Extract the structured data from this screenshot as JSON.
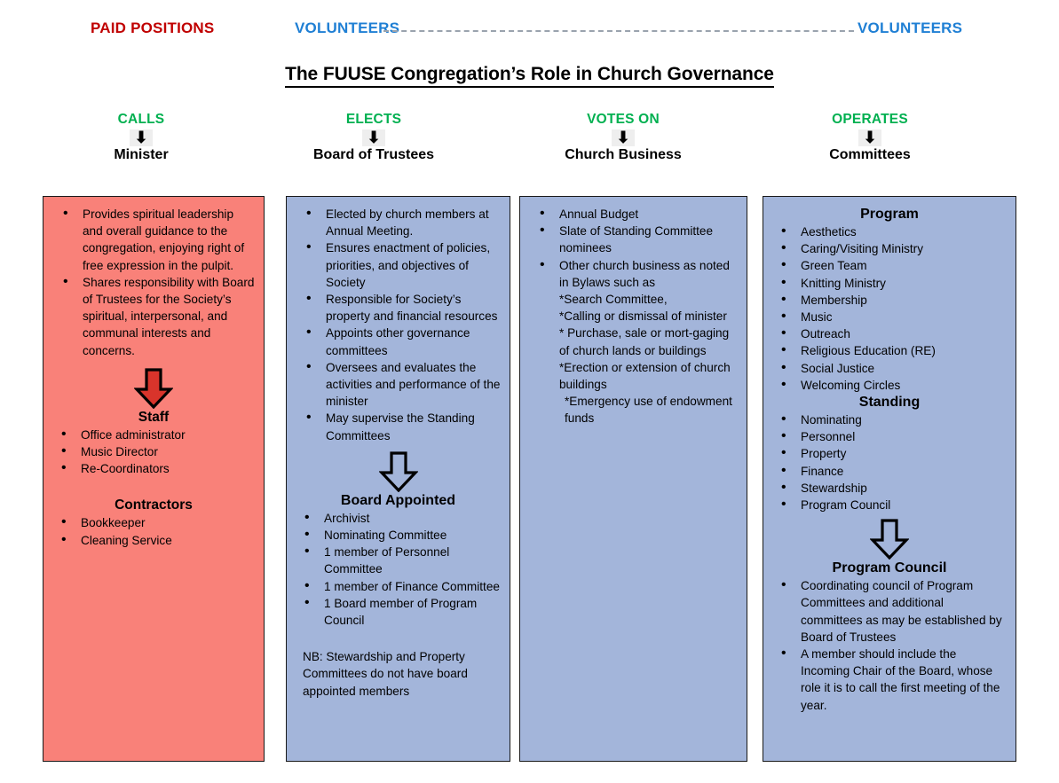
{
  "banner": {
    "paid_label": "PAID POSITIONS",
    "volunteers_left": "VOLUNTEERS",
    "volunteers_right": "VOLUNTEERS",
    "paid_color": "#C00000",
    "volunteers_color": "#1F7FD4",
    "dash_color": "#9AA3AE"
  },
  "title": "The FUUSE Congregation’s Role in Church Governance",
  "verb_color": "#00B050",
  "columns": [
    {
      "verb": "CALLS",
      "arrow_icon": "down-arrow-icon",
      "noun": "Minister",
      "box_color": "#F98179",
      "arrow_fill": "#D9342B",
      "bullets": [
        "Provides spiritual leadership and overall guidance to the congregation, enjoying right of free expression in the pulpit.",
        "Shares responsibility with Board of Trustees for the Society’s spiritual, interpersonal, and communal interests and concerns."
      ],
      "sub_heading_1": "Staff",
      "staff": [
        "Office administrator",
        "Music Director",
        "Re-Coordinators"
      ],
      "sub_heading_2": "Contractors",
      "contractors": [
        "Bookkeeper",
        "Cleaning Service"
      ]
    },
    {
      "verb": "ELECTS",
      "arrow_icon": "down-arrow-icon",
      "noun": "Board of Trustees",
      "box_color": "#A3B5DA",
      "arrow_fill": "#A3B5DA",
      "bullets": [
        "Elected by church members at Annual Meeting.",
        "Ensures enactment of policies, priorities, and objectives of Society",
        "Responsible for Society’s property and financial resources",
        "Appoints other governance committees",
        "Oversees and evaluates the activities and performance of the minister",
        "May supervise the Standing Committees"
      ],
      "sub_heading_1": "Board Appointed",
      "appointed": [
        "Archivist",
        "Nominating Committee",
        "1 member of Personnel Committee",
        "1 member of Finance Committee",
        "1 Board member of Program Council"
      ],
      "note": "NB: Stewardship and Property Committees do not have board appointed members"
    },
    {
      "verb": "VOTES ON",
      "arrow_icon": "down-arrow-icon",
      "noun": "Church Business",
      "box_color": "#A3B5DA",
      "bullets": [
        "Annual Budget",
        "Slate of Standing Committee nominees",
        "Other church business as noted in Bylaws such as"
      ],
      "starred": [
        "*Search Committee,",
        "*Calling or dismissal of minister",
        "* Purchase, sale or mort-gaging of church lands or buildings",
        "*Erection or extension of church buildings",
        "*Emergency use of endowment funds"
      ]
    },
    {
      "verb": "OPERATES",
      "arrow_icon": "down-arrow-icon",
      "noun": "Committees",
      "box_color": "#A3B5DA",
      "arrow_fill": "#A3B5DA",
      "sub_heading_1": "Program",
      "program": [
        "Aesthetics",
        "Caring/Visiting Ministry",
        "Green Team",
        "Knitting Ministry",
        "Membership",
        "Music",
        "Outreach",
        "Religious Education (RE)",
        "Social Justice",
        "Welcoming Circles"
      ],
      "sub_heading_2": "Standing",
      "standing": [
        "Nominating",
        "Personnel",
        "Property",
        "Finance",
        "Stewardship",
        "Program Council"
      ],
      "sub_heading_3": "Program Council",
      "council": [
        "Coordinating council of Program Committees and additional committees as may be established by Board of Trustees",
        "A member should include the Incoming Chair of the Board, whose role it is to call the first meeting of the year."
      ]
    }
  ]
}
